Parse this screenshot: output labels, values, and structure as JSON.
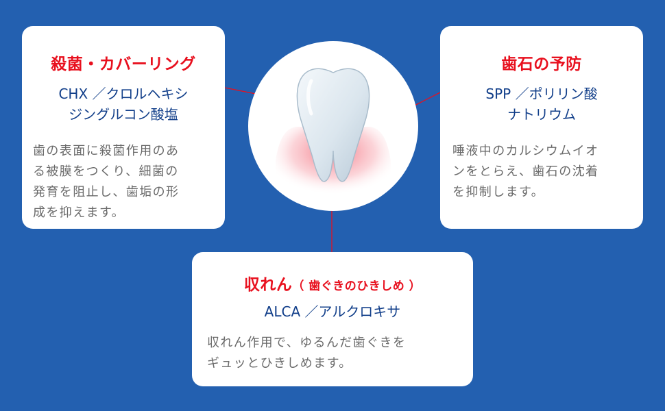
{
  "colors": {
    "background": "#2360b0",
    "card": "#ffffff",
    "title_red": "#e8101e",
    "ingredient_navy": "#123f8a",
    "body_gray": "#6a6a6a",
    "connector": "#e8101e"
  },
  "center": {
    "icon": "tooth-with-gum-icon"
  },
  "left_card": {
    "title": "殺菌・カバーリング",
    "ingredient_lines": [
      "CHX ／クロルヘキシ",
      "ジングルコン酸塩"
    ],
    "description_lines": [
      "歯の表面に殺菌作用のあ",
      "る被膜をつくり、細菌の",
      "発育を阻止し、歯垢の形",
      "成を抑えます。"
    ]
  },
  "right_card": {
    "title": "歯石の予防",
    "ingredient_lines": [
      "SPP ／ポリリン酸",
      "ナトリウム"
    ],
    "description_lines": [
      "唾液中のカルシウムイオ",
      "ンをとらえ、歯石の沈着",
      "を抑制します。"
    ]
  },
  "bottom_card": {
    "title": "収れん",
    "title_sub": "（ 歯ぐきのひきしめ ）",
    "ingredient_lines": [
      "ALCA ／アルクロキサ"
    ],
    "description_lines": [
      "収れん作用で、ゆるんだ歯ぐきを",
      "ギュッとひきしめます。"
    ]
  }
}
